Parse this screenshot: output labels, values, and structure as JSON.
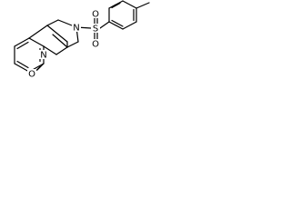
{
  "molecule": {
    "atoms": {
      "n_amide": "N",
      "n_sulfonyl": "N",
      "s_sulfonyl": "S",
      "o_sulfonyl_a": "O",
      "o_sulfonyl_b": "O",
      "o_carbonyl": "O"
    }
  }
}
